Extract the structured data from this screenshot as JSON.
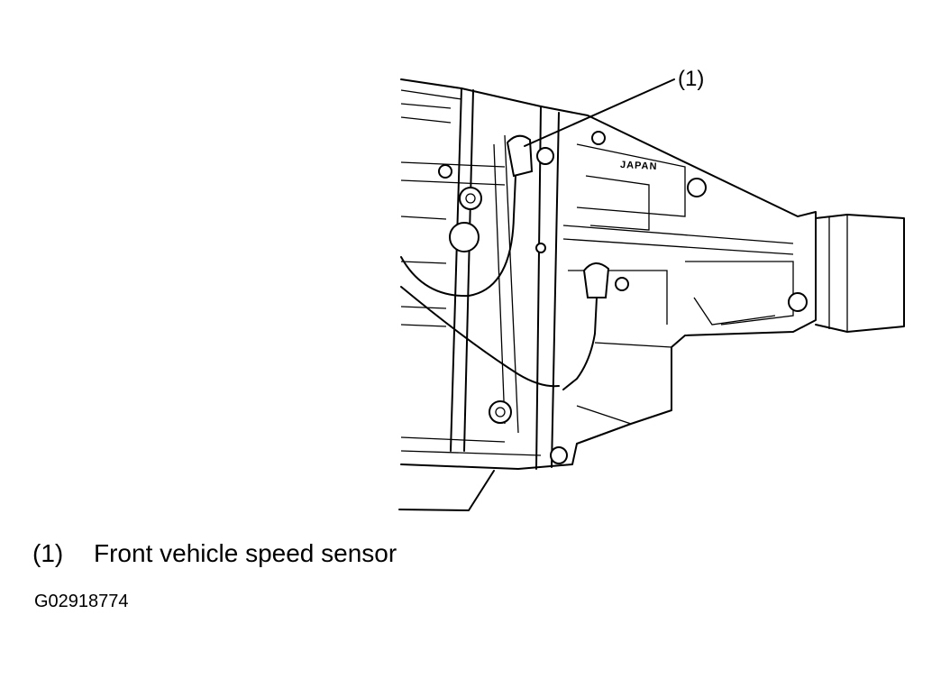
{
  "callout": {
    "label": "(1)"
  },
  "legend": [
    {
      "number": "(1)",
      "text": "Front vehicle speed sensor"
    }
  ],
  "housing_stamp": "JAPAN",
  "figure_id": "G02918774"
}
